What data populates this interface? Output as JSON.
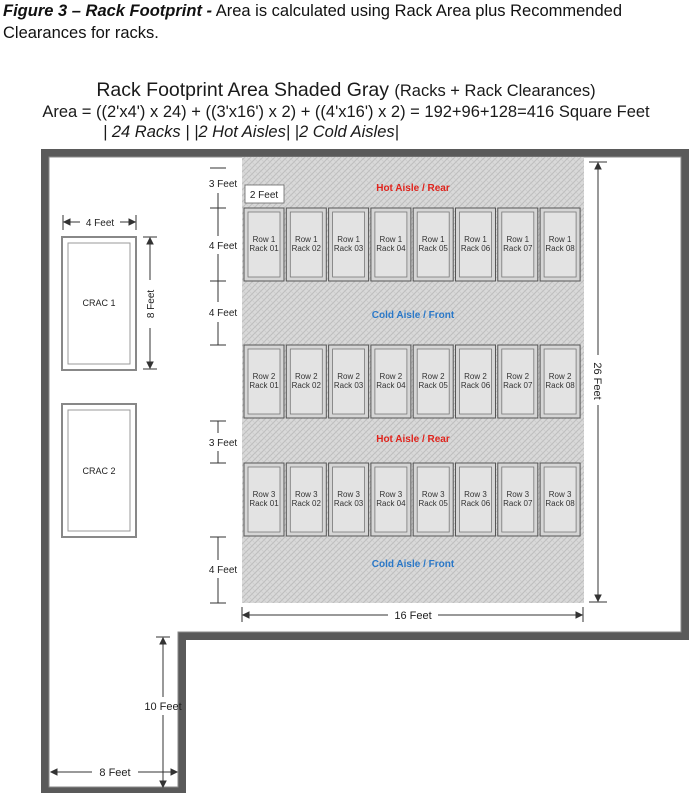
{
  "caption": {
    "figure_label": "Figure 3 – Rack Footprint -",
    "text": "Area is calculated using Rack Area plus Recommended Clearances for racks."
  },
  "title": {
    "main": "Rack Footprint Area Shaded Gray",
    "paren": "(Racks + Rack Clearances)",
    "formula": "Area = ((2'x4') x 24) + ((3'x16') x 2) + ((4'x16') x 2) = 192+96+128=416 Square Feet",
    "breakdown": "| 24 Racks |   |2 Hot Aisles|   |2 Cold Aisles|"
  },
  "dimensions": {
    "hot_top": "3 Feet",
    "rack_row": "4 Feet",
    "cold_mid": "4 Feet",
    "hot_mid": "3 Feet",
    "cold_bottom": "4 Feet",
    "rack_width": "2 Feet",
    "crac_width": "4 Feet",
    "crac_height": "8 Feet",
    "total_height": "26 Feet",
    "shaded_width": "16 Feet",
    "ell_height": "10 Feet",
    "ell_width": "8 Feet"
  },
  "crac_units": [
    "CRAC 1",
    "CRAC 2"
  ],
  "aisles": {
    "hot_1": "Hot Aisle / Rear",
    "cold_1": "Cold Aisle / Front",
    "hot_2": "Hot Aisle / Rear",
    "cold_2": "Cold Aisle / Front"
  },
  "rack_rows": [
    {
      "label": "Row 1",
      "racks": [
        "Rack 01",
        "Rack 02",
        "Rack 03",
        "Rack 04",
        "Rack 05",
        "Rack 06",
        "Rack 07",
        "Rack 08"
      ]
    },
    {
      "label": "Row 2",
      "racks": [
        "Rack 01",
        "Rack 02",
        "Rack 03",
        "Rack 04",
        "Rack 05",
        "Rack 06",
        "Rack 07",
        "Rack 08"
      ]
    },
    {
      "label": "Row 3",
      "racks": [
        "Rack 01",
        "Rack 02",
        "Rack 03",
        "Rack 04",
        "Rack 05",
        "Rack 06",
        "Rack 07",
        "Rack 08"
      ]
    }
  ],
  "colors": {
    "hot_aisle": "#e0231c",
    "cold_aisle": "#2a78c8",
    "shaded_area": "#d4d4d4",
    "wall": "#5a5a5a"
  }
}
